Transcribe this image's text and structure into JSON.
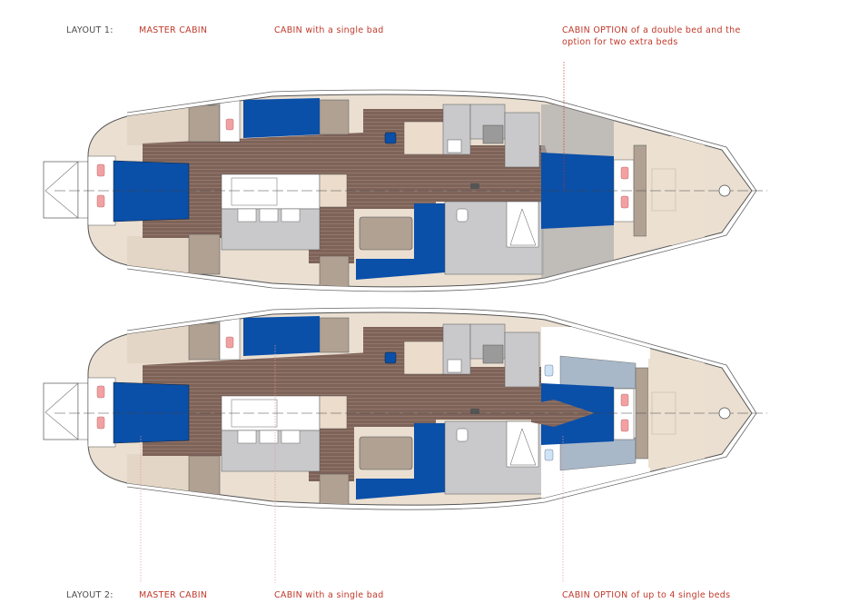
{
  "layout1": {
    "title": "LAYOUT 1:",
    "master_cabin": "MASTER CABIN",
    "cabin_single": "CABIN with a single bad",
    "cabin_option_line1": "CABIN OPTION of a double bed and the",
    "cabin_option_line2": "option for two extra beds"
  },
  "layout2": {
    "title": "LAYOUT 2:",
    "master_cabin": "MASTER CABIN",
    "cabin_single": "CABIN with a single bad",
    "cabin_option": "CABIN OPTION of up to 4 single beds"
  },
  "colors": {
    "label_dark": "#4a4a4a",
    "label_red": "#c0392b",
    "hull_fill": "#eadfd1",
    "floor_wood": "#7e6359",
    "bed_blue": "#0a4fa8",
    "storage_taupe": "#b0a193",
    "head_gray": "#c9c9cb",
    "pillow_pink": "#f2a1a3",
    "light_blue_bed": "#a9b8c8"
  }
}
